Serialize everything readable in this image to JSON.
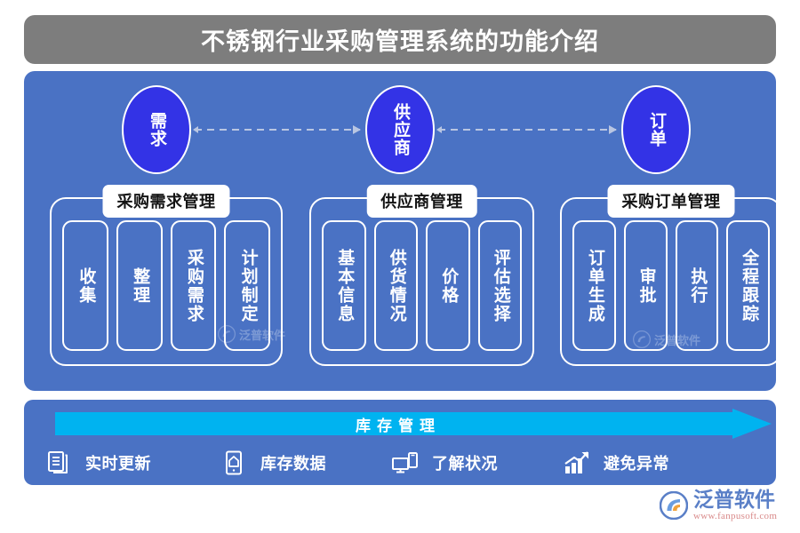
{
  "title": {
    "text": "不锈钢行业采购管理系统的功能介绍"
  },
  "flow": {
    "nodes": [
      {
        "label": "需求"
      },
      {
        "label": "供应商"
      },
      {
        "label": "订单"
      }
    ]
  },
  "sections": [
    {
      "header": "采购需求管理",
      "cards": [
        {
          "label": "收集"
        },
        {
          "label": "整理"
        },
        {
          "label": "采购需求"
        },
        {
          "label": "计划制定"
        }
      ]
    },
    {
      "header": "供应商管理",
      "cards": [
        {
          "label": "基本信息"
        },
        {
          "label": "供货情况"
        },
        {
          "label": "价格"
        },
        {
          "label": "评估选择"
        }
      ]
    },
    {
      "header": "采购订单管理",
      "cards": [
        {
          "label": "订单生成"
        },
        {
          "label": "审批"
        },
        {
          "label": "执行"
        },
        {
          "label": "全程跟踪"
        }
      ]
    }
  ],
  "banner": {
    "label": "库存管理"
  },
  "features": [
    {
      "icon": "documents-icon",
      "label": "实时更新"
    },
    {
      "icon": "mobile-home-icon",
      "label": "库存数据"
    },
    {
      "icon": "devices-icon",
      "label": "了解状况"
    },
    {
      "icon": "bar-chart-up-icon",
      "label": "避免异常"
    }
  ],
  "brand": {
    "name": "泛普软件",
    "url": "www.fanpusoft.com"
  },
  "watermark": {
    "text": "泛普软件"
  },
  "colors": {
    "title_bar": "#7d7d7d",
    "panel_blue": "#4a72c4",
    "circle_blue": "#3333e6",
    "banner_cyan": "#00b3f0",
    "white": "#ffffff",
    "brand_blue": "#5a7fc7",
    "brand_url_red": "#d98a8a"
  }
}
